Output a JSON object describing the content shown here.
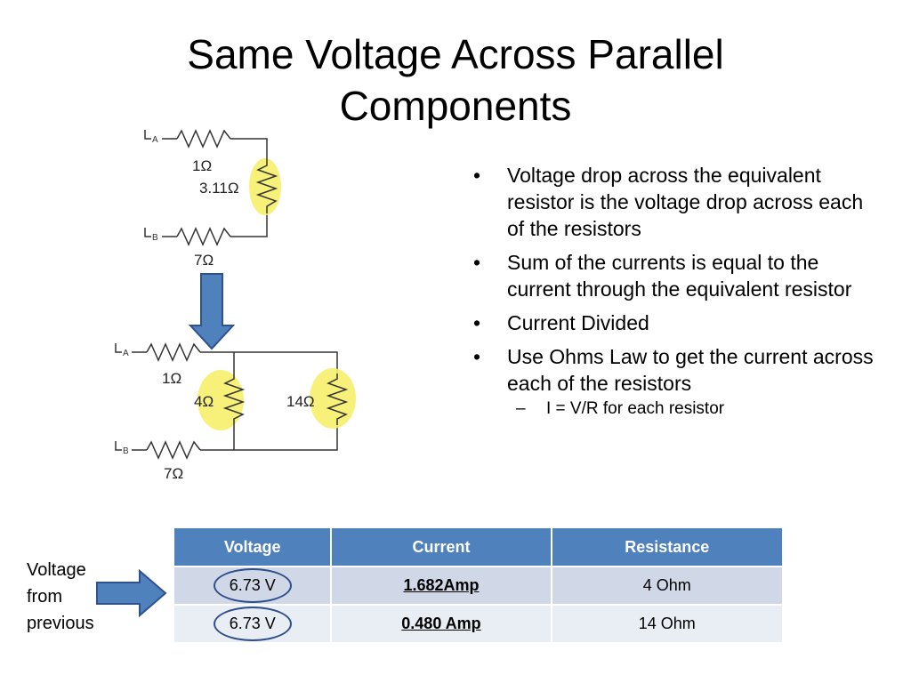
{
  "slide": {
    "title": "Same Voltage Across Parallel Components"
  },
  "circuit_top": {
    "terminal_a": "A",
    "terminal_b": "B",
    "r_top": "1Ω",
    "r_equiv": "3.11Ω",
    "r_bottom": "7Ω"
  },
  "circuit_bottom": {
    "terminal_a": "A",
    "terminal_b": "B",
    "r_top": "1Ω",
    "r_parallel_1": "4Ω",
    "r_parallel_2": "14Ω",
    "r_bottom": "7Ω"
  },
  "colors": {
    "highlight": "#f6f06a",
    "arrow_fill": "#4f81bd",
    "arrow_stroke": "#2f528f",
    "table_header": "#4f81bd",
    "row_1": "#d0d8e8",
    "row_2": "#e9edf4",
    "circle": "#2f4f8a"
  },
  "bullets": [
    "Voltage drop across the equivalent resistor is the voltage drop across each of the resistors",
    "Sum of the currents is equal to the current through the equivalent resistor",
    "Current Divided",
    "Use Ohms Law to get the current across each of the resistors"
  ],
  "sub_bullets": [
    "I = V/R for each resistor"
  ],
  "table": {
    "headers": [
      "Voltage",
      "Current",
      "Resistance"
    ],
    "rows": [
      [
        "6.73 V",
        "1.682Amp",
        "4 Ohm"
      ],
      [
        "6.73 V",
        "0.480 Amp",
        "14 Ohm"
      ]
    ]
  },
  "side_label": "Voltage from previous"
}
